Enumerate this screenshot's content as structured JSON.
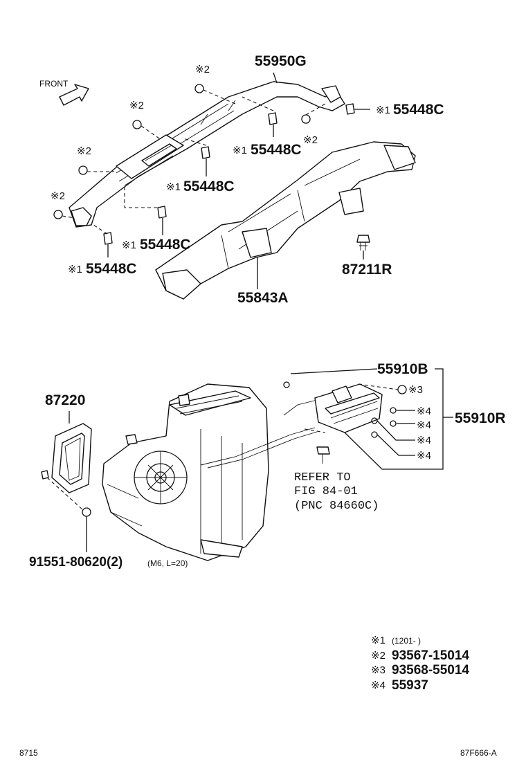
{
  "front_label": "FRONT",
  "labels": {
    "p55950G": "55950G",
    "p55448C_a": "55448C",
    "p55448C_b": "55448C",
    "p55448C_c": "55448C",
    "p55448C_d": "55448C",
    "p55448C_e": "55448C",
    "p87211R": "87211R",
    "p55843A": "55843A",
    "p55910B": "55910B",
    "p55910R": "55910R",
    "p87220": "87220",
    "p91551": "91551-80620(2)",
    "p91551_spec": "(M6, L=20)"
  },
  "marks": {
    "m1": "※1",
    "m2": "※2",
    "m3": "※3",
    "m4": "※4"
  },
  "refer": {
    "line1": "REFER TO",
    "line2": "FIG 84-01",
    "line3": "(PNC 84660C)"
  },
  "legend": [
    {
      "mark": "※1",
      "text": "(1201-     )"
    },
    {
      "mark": "※2",
      "text": "93567-15014"
    },
    {
      "mark": "※3",
      "text": "93568-55014"
    },
    {
      "mark": "※4",
      "text": "55937"
    }
  ],
  "footer": {
    "left": "8715",
    "right": "87F666-A"
  }
}
